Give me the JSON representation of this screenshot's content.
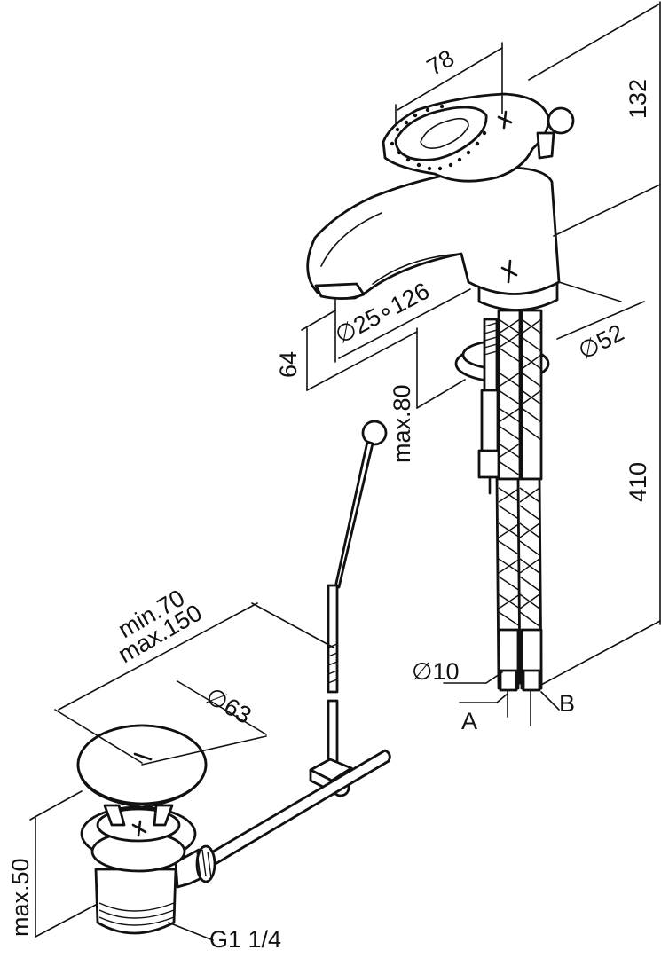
{
  "dimensions": {
    "lever_width": "78",
    "faucet_height": "132",
    "total_height": "410",
    "spout_height": "64",
    "spout_reach": "∅25∘126",
    "base_diameter": "∅52",
    "deck_thickness": "max.80",
    "hose_diameter": "∅10",
    "rod_range_min": "min.70",
    "rod_range_max": "max.150",
    "waste_diameter": "∅63",
    "waste_depth": "max.50",
    "thread": "G1 1/4"
  },
  "connections": {
    "a": "A",
    "b": "B"
  }
}
